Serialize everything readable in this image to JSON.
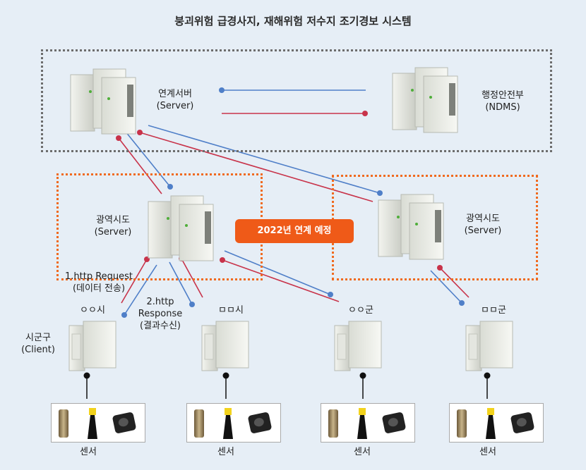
{
  "title": "붕괴위험 급경사지, 재해위험 저수지 조기경보 시스템",
  "nodes": {
    "link_server": {
      "name": "연계서버",
      "sub": "(Server)"
    },
    "ndms": {
      "name": "행정안전부",
      "sub": "(NDMS)"
    },
    "region_left": {
      "name": "광역시도",
      "sub": "(Server)"
    },
    "region_right": {
      "name": "광역시도",
      "sub": "(Server)"
    },
    "client_label": {
      "name": "시군구",
      "sub": "(Client)"
    },
    "clients": [
      "ㅇㅇ시",
      "ㅁㅁ시",
      "ㅇㅇ군",
      "ㅁㅁ군"
    ],
    "sensor_label": "센서"
  },
  "badge": "2022년 연계 예정",
  "annotations": {
    "request_line1": "1.http Request",
    "request_line2": "(데이터 전송)",
    "response_line1": "2.http",
    "response_line2": "Response",
    "response_line3": "(결과수신)"
  },
  "colors": {
    "request": "#c8334a",
    "response": "#4f7fc8",
    "orange": "#f06a1f",
    "badge": "#ef5a18"
  }
}
